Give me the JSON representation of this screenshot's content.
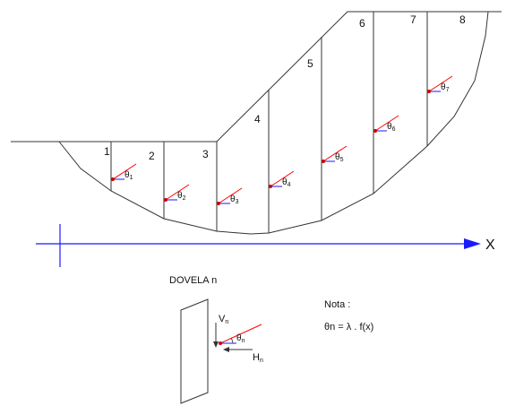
{
  "slices": [
    {
      "number": "1",
      "theta": "θ",
      "theta_sub": "1"
    },
    {
      "number": "2",
      "theta": "θ",
      "theta_sub": "2"
    },
    {
      "number": "3",
      "theta": "θ",
      "theta_sub": "3"
    },
    {
      "number": "4",
      "theta": "θ",
      "theta_sub": "4"
    },
    {
      "number": "5",
      "theta": "θ",
      "theta_sub": "5"
    },
    {
      "number": "6",
      "theta": "θ",
      "theta_sub": "6"
    },
    {
      "number": "7",
      "theta": "θ",
      "theta_sub": "7"
    },
    {
      "number": "8",
      "theta": "",
      "theta_sub": ""
    }
  ],
  "axis": {
    "label": "X"
  },
  "detail": {
    "title": "DOVELA n",
    "v_label": "V",
    "v_sub": "n",
    "h_label": "H",
    "h_sub": "n",
    "theta_label": "θ",
    "theta_sub": "n"
  },
  "note": {
    "title": "Nota :",
    "formula": "θn = λ . f(x)"
  },
  "colors": {
    "line": "#333333",
    "force": "#ff0000",
    "force_dot": "#cc0000",
    "axis": "#1a1aff",
    "reference": "#1a1aff"
  }
}
